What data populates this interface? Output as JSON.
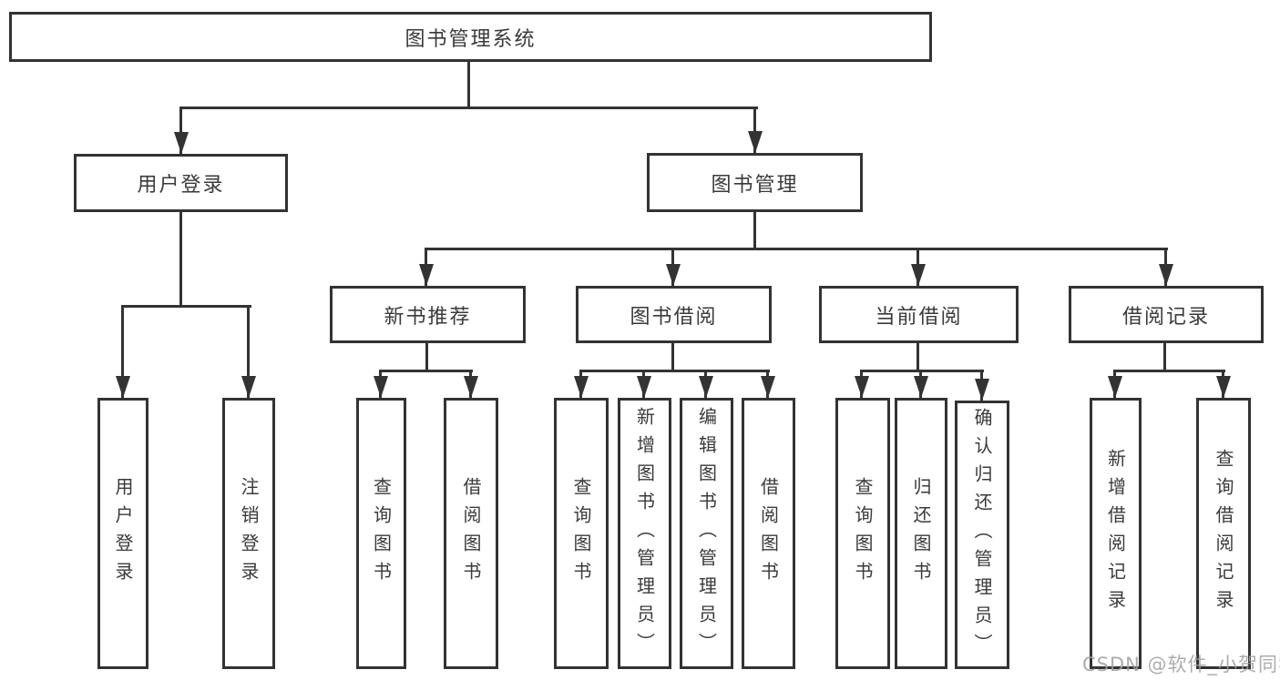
{
  "diagram_title": "图书管理系统",
  "watermark": "CSDN @软件_小贺同学",
  "colors": {
    "line": "#333333",
    "box_border": "#333333",
    "box_bg": "#ffffff",
    "text": "#3a3a3a",
    "watermark": "#9e9e9e",
    "background": "#ffffff"
  },
  "tree": {
    "root": {
      "label": "图书管理系统",
      "children": [
        "user_login",
        "book_mgmt"
      ]
    },
    "user_login": {
      "label": "用户登录",
      "children": [
        "login",
        "logout"
      ]
    },
    "book_mgmt": {
      "label": "图书管理",
      "children": [
        "new_book_rec",
        "book_borrow",
        "current_borrow",
        "borrow_record"
      ]
    },
    "new_book_rec": {
      "label": "新书推荐",
      "children": [
        "rec_query_book",
        "rec_borrow_book"
      ]
    },
    "book_borrow": {
      "label": "图书借阅",
      "children": [
        "bb_query_book",
        "bb_add_book",
        "bb_edit_book",
        "bb_borrow_book"
      ]
    },
    "current_borrow": {
      "label": "当前借阅",
      "children": [
        "cb_query_book",
        "cb_return_book",
        "cb_confirm_return"
      ]
    },
    "borrow_record": {
      "label": "借阅记录",
      "children": [
        "br_add_record",
        "br_query_record"
      ]
    },
    "login": {
      "label": "用户登录",
      "children": []
    },
    "logout": {
      "label": "注销登录",
      "children": []
    },
    "rec_query_book": {
      "label": "查询图书",
      "children": []
    },
    "rec_borrow_book": {
      "label": "借阅图书",
      "children": []
    },
    "bb_query_book": {
      "label": "查询图书",
      "children": []
    },
    "bb_add_book": {
      "label": "新增图书（管理员）",
      "children": []
    },
    "bb_edit_book": {
      "label": "编辑图书（管理员）",
      "children": []
    },
    "bb_borrow_book": {
      "label": "借阅图书",
      "children": []
    },
    "cb_query_book": {
      "label": "查询图书",
      "children": []
    },
    "cb_return_book": {
      "label": "归还图书",
      "children": []
    },
    "cb_confirm_return": {
      "label": "确认归还（管理员）",
      "children": []
    },
    "br_add_record": {
      "label": "新增借阅记录",
      "children": []
    },
    "br_query_record": {
      "label": "查询借阅记录",
      "children": []
    }
  }
}
